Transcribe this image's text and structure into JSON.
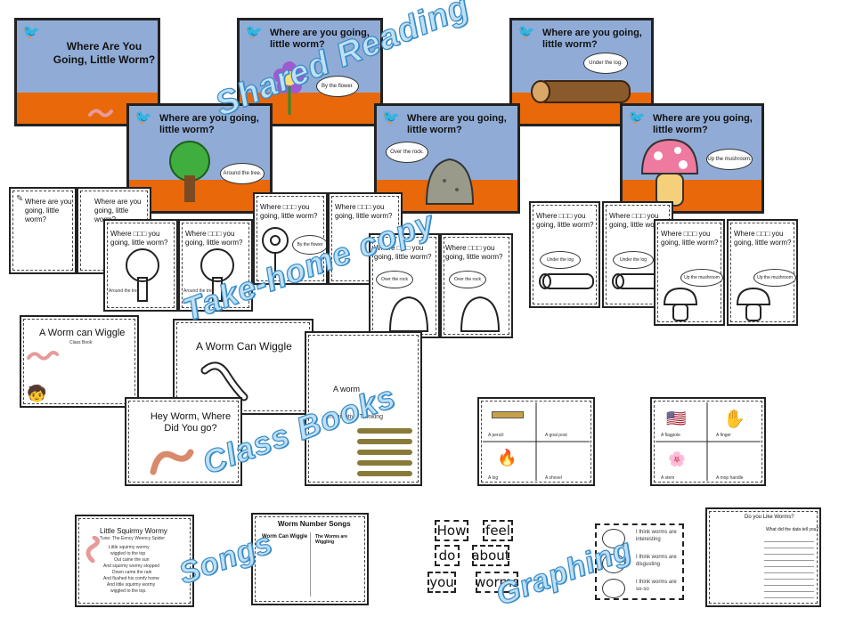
{
  "sections": {
    "shared_reading": "Shared Reading",
    "take_home": "Take-home copy",
    "class_books": "Class Books",
    "songs": "Songs",
    "graphing": "Graphing"
  },
  "slides": {
    "cover_title": "Where Are You Going, Little Worm?",
    "question": "Where are you going, little worm?",
    "flower": "By the flower.",
    "log": "Under the log.",
    "tree": "Around the tree.",
    "rock": "Over the rock.",
    "mushroom": "Up the mushroom."
  },
  "take_home": {
    "question": "Where are you going, little worm?",
    "question_blank": "Where □□□ you going, little worm?",
    "tree": "Around the tree",
    "flower": "By the flower",
    "rock": "Over the rock",
    "log": "Under the log",
    "mushroom": "Up the mushroom"
  },
  "class_books": {
    "book1_title": "A Worm can Wiggle",
    "book1_sub": "Class Book",
    "book2_title": "A Worm Can Wiggle",
    "book3_title": "Hey Worm, Where Did You go?",
    "book4_title": "A worm",
    "book4_sub": "Imaginative Thinking"
  },
  "sorting": {
    "card1": [
      "A pencil",
      "A goal post",
      "A log",
      "A shovel"
    ],
    "card2": [
      "A flagpole",
      "A finger",
      "A stem",
      "A mop handle"
    ]
  },
  "songs": {
    "song1_title": "Little Squirmy Wormy",
    "song1_tune": "Tune: The Eency Weency Spider",
    "song1_lines": [
      "Little squirmy wormy",
      "wiggled to the top",
      "Out came the sun",
      "And squirmy wormy stopped",
      "Down came the rain",
      "And flushed his comfy home",
      "And little squirmy wormy",
      "wiggled to the top."
    ],
    "song2_title": "Worm Number Songs",
    "song2_left": "Worm Can Wiggle",
    "song2_right": "The Worms are Wiggling"
  },
  "graphing": {
    "words": [
      "How",
      "feel",
      "do",
      "about",
      "you",
      "worms"
    ],
    "sentences": [
      "I think worms are interesting",
      "I think worms are disgusting",
      "I think worms are so-so"
    ],
    "survey_title": "Do you Like Worms?",
    "survey_question": "What did the data tell you?"
  }
}
